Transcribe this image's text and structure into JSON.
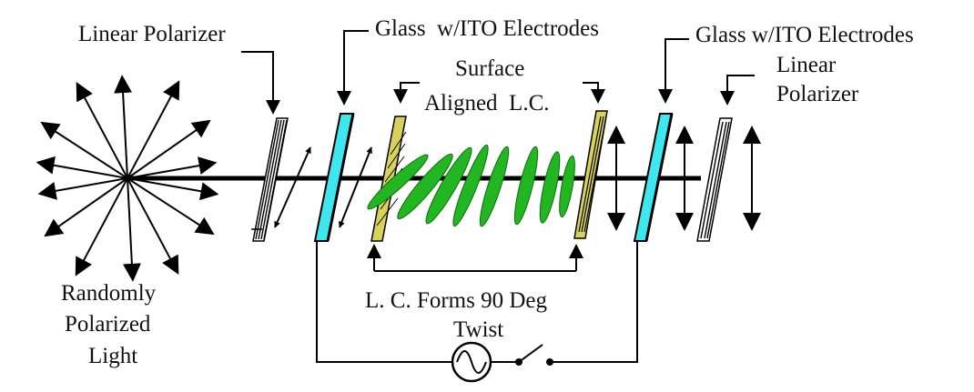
{
  "labels": {
    "linear_polarizer_left": "Linear Polarizer",
    "glass_ito_left": "Glass  w/ITO Electrodes",
    "glass_ito_right": "Glass w/ITO Electrodes",
    "surface_aligned_line1": "Surface",
    "surface_aligned_line2": "Aligned  L.C.",
    "linear_polarizer_right_line1": "Linear",
    "linear_polarizer_right_line2": "Polarizer",
    "random_light_line1": "Randomly",
    "random_light_line2": "Polarized",
    "random_light_line3": "Light",
    "twist_line1": "L. C. Forms 90 Deg",
    "twist_line2": "Twist"
  },
  "colors": {
    "ito_glass": "#3ee6ee",
    "alignment_layer": "#d8d25a",
    "liquid_crystal": "#22b622",
    "ink": "#000000",
    "polarizer": "#ffffff"
  },
  "icons": {
    "ac_source": "ac-voltage-source-icon",
    "switch": "open-switch-icon"
  }
}
